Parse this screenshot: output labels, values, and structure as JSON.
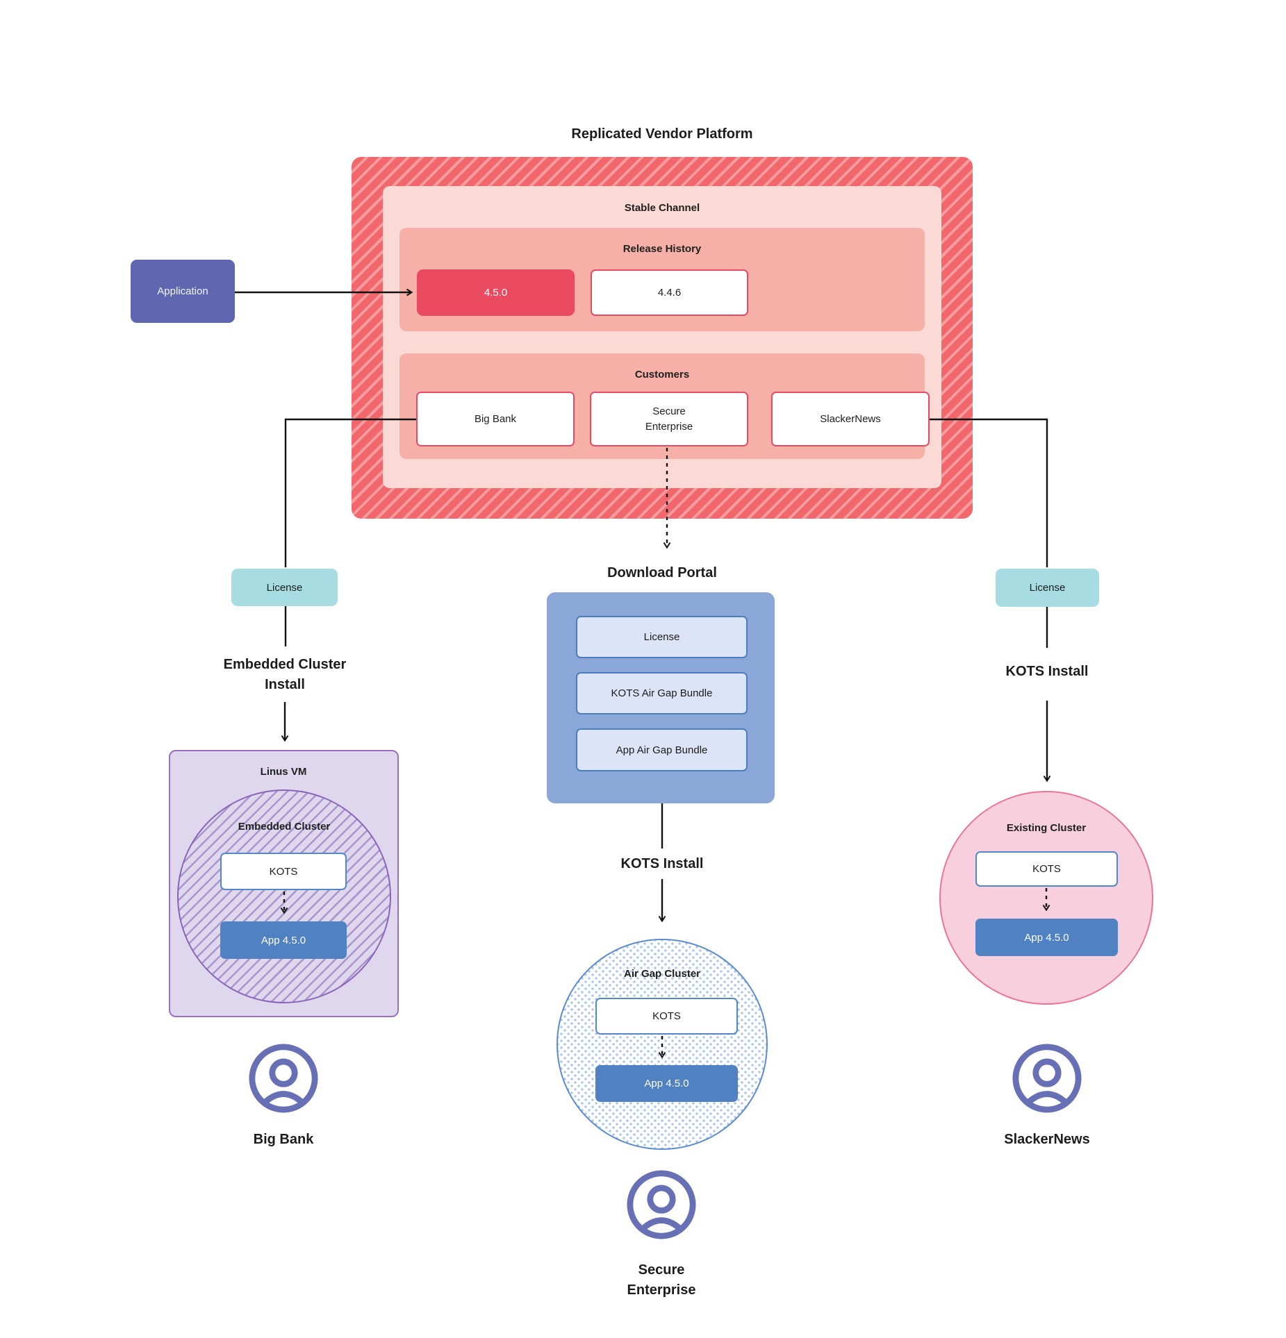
{
  "title": "Replicated Vendor Platform",
  "platform": {
    "stable_channel_label": "Stable Channel",
    "release_history": {
      "label": "Release History",
      "current_release": "4.5.0",
      "previous_release": "4.4.6"
    },
    "customers": {
      "label": "Customers",
      "big_bank": "Big Bank",
      "secure_enterprise": "Secure\nEnterprise",
      "slackernews": "SlackerNews"
    }
  },
  "application": {
    "label": "Application"
  },
  "left_flow": {
    "license": "License",
    "install_method": "Embedded Cluster\nInstall",
    "vm_label": "Linus VM",
    "cluster_label": "Embedded Cluster",
    "kots": "KOTS",
    "app": "App 4.5.0",
    "customer": "Big Bank"
  },
  "center_flow": {
    "portal_title": "Download Portal",
    "portal_items": {
      "license": "License",
      "kots_bundle": "KOTS Air Gap Bundle",
      "app_bundle": "App Air Gap Bundle"
    },
    "install_method": "KOTS Install",
    "cluster_label": "Air Gap Cluster",
    "kots": "KOTS",
    "app": "App 4.5.0",
    "customer": "Secure\nEnterprise"
  },
  "right_flow": {
    "license": "License",
    "install_method": "KOTS Install",
    "cluster_label": "Existing Cluster",
    "kots": "KOTS",
    "app": "App 4.5.0",
    "customer": "SlackerNews"
  },
  "colors": {
    "platform_hatch_base": "#f1676c",
    "platform_hatch_stripe": "#f79b9d",
    "stable_channel_bg": "#fbd9d4",
    "section_bg": "#f6b0a8",
    "release_highlight": "#ea4a5f",
    "red_border": "#ea4a5f",
    "application_bg": "#5e66b0",
    "license_bg": "#a7dce3",
    "portal_bg": "#8ba7d8",
    "portal_item_bg": "#dee4f7",
    "blue_border": "#4b7dc0",
    "app_box_bg": "#5081c2",
    "vm_bg": "#ded7ee",
    "vm_border": "#9b6fc0",
    "purple_hatch": "#7652ae",
    "pink_circle_bg": "#f8cfdc",
    "pink_circle_border": "#ec7296",
    "airgap_dot": "#a9c4e8",
    "airgap_border": "#5b8bd0",
    "user_icon": "#6770b5",
    "connector": "#111111"
  }
}
